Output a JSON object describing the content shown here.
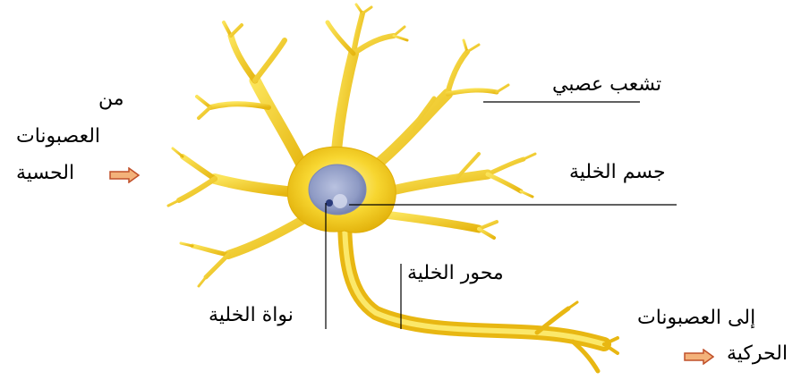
{
  "labels": {
    "dendrite": "تشعب عصبي",
    "cell_body": "جسم الخلية",
    "axon": "محور الخلية",
    "nucleus": "نواة الخلية",
    "input_line1": "من",
    "input_line2": "العصبونات",
    "input_line3": "الحسية",
    "output_line1": "إلى العصبونات",
    "output_line2": "الحركية"
  },
  "colors": {
    "neuron_fill": "#f5d21c",
    "neuron_light": "#fff6a8",
    "neuron_dark": "#d9a400",
    "nucleus_outer": "#9aa6cc",
    "nucleus_inner": "#6a78b0",
    "arrow_fill": "#f3b27a",
    "arrow_stroke": "#c0502a"
  },
  "icons": {
    "input_arrow": "right-arrow-icon",
    "output_arrow": "right-arrow-icon"
  }
}
